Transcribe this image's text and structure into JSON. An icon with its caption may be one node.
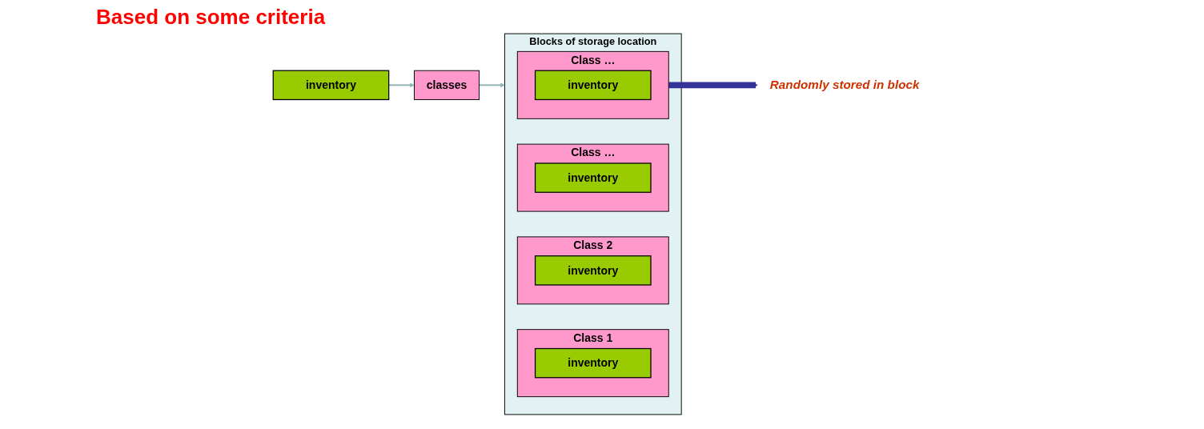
{
  "diagram": {
    "nodes": [
      {
        "text": [
          "inventory"
        ]
      },
      {
        "text": [
          "classes"
        ]
      },
      {
        "text": [
          "Blocks of storage location"
        ]
      },
      {
        "text": [
          "Class 1"
        ],
        "in": 2
      },
      {
        "text": [
          "inventory"
        ],
        "in": 3
      },
      {
        "text": [
          "Class 2"
        ],
        "in": 2
      },
      {
        "text": [
          "inventory"
        ],
        "in": 5
      },
      {
        "text": [
          "Class …"
        ],
        "in": 2
      },
      {
        "text": [
          "inventory"
        ],
        "in": 7
      },
      {
        "text": [
          "Class …"
        ],
        "in": 2
      },
      {
        "text": [
          "inventory"
        ],
        "in": 9
      },
      {
        "text": [
          "Randomly stored in block"
        ]
      }
    ],
    "edges": [
      {
        "from": 0,
        "to": 1,
        "arrow": "to"
      },
      {
        "from": 1,
        "to": 2,
        "arrow": "to"
      },
      {
        "from": 9,
        "to": 11,
        "arrow": "to",
        "style": "thick",
        "color": "#333399"
      }
    ],
    "labels": [
      "Based on some criteria"
    ]
  }
}
